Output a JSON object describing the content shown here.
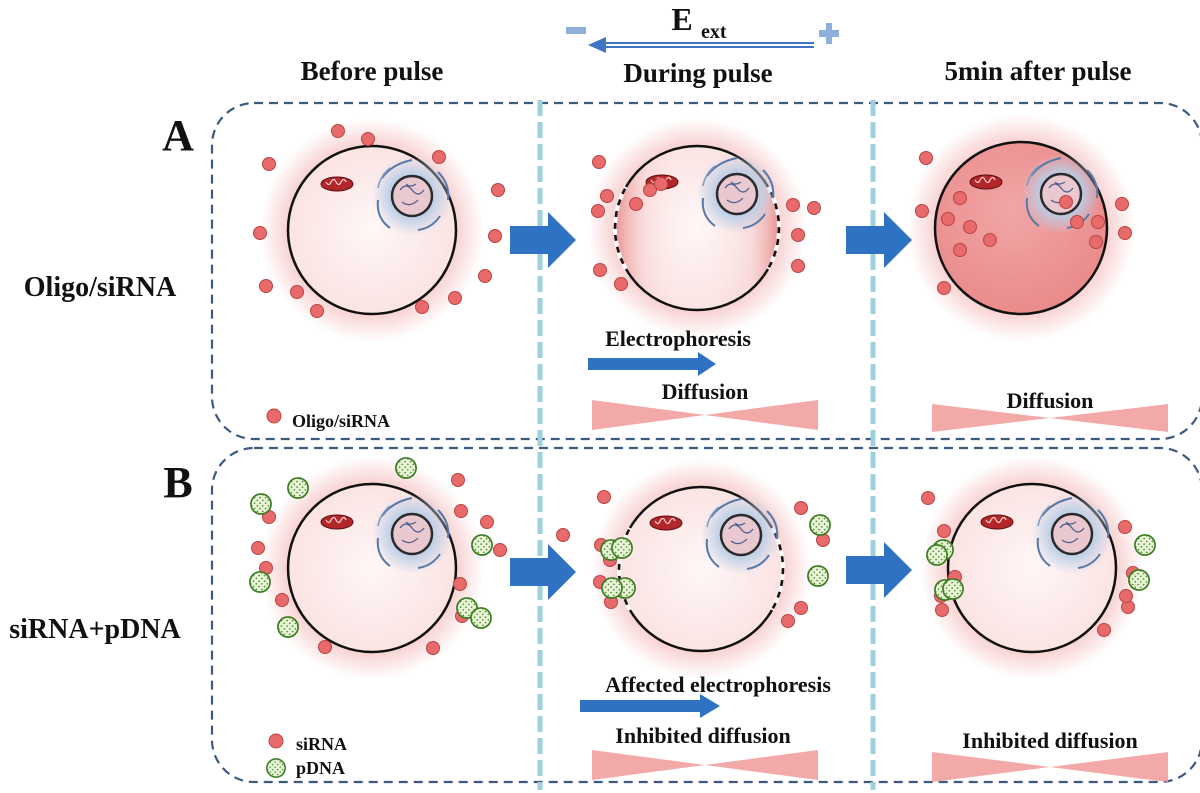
{
  "header": {
    "field_label": "E",
    "field_subscript": "ext",
    "negative_sign": "−",
    "positive_sign": "+"
  },
  "columns": [
    "Before pulse",
    "During pulse",
    "5min after pulse"
  ],
  "panels": [
    {
      "letter": "A",
      "row_label": "Oligo/siRNA",
      "legend": [
        "Oligo/siRNA"
      ],
      "during_labels": [
        "Electrophoresis",
        "Diffusion"
      ],
      "after_label": "Diffusion"
    },
    {
      "letter": "B",
      "row_label": "siRNA+pDNA",
      "legend": [
        "siRNA",
        "pDNA"
      ],
      "during_labels": [
        "Affected electrophoresis",
        "Inhibited diffusion"
      ],
      "after_label": "Inhibited diffusion"
    }
  ],
  "colors": {
    "oligo_particle": "#e86a6a",
    "pdna_particle": "#d9ecc0",
    "arrow_blue": "#2f72c4",
    "field_arrow": "#4f86cf",
    "panel_border": "#3d5a80",
    "column_divider": "#9fd0de",
    "diffusion_wedge": "#f29a9a",
    "cell_glow": "#f4b6b6",
    "mitochondrion": "#b3262a"
  },
  "icons": [
    "particle-oligo-icon",
    "particle-pdna-icon",
    "mitochondrion-icon",
    "nucleus-icon",
    "process-arrow-icon",
    "field-arrow-icon"
  ]
}
